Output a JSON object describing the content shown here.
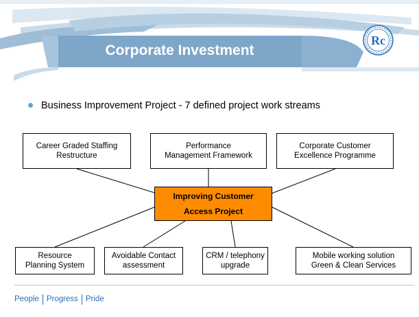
{
  "slide": {
    "title": "Corporate Investment",
    "logo_text": "Rc",
    "colors": {
      "header_band_dark": "#7da6c8",
      "header_band_light": "#c9dbe9",
      "accent": "#5aa9da",
      "hub_fill": "#ff8c00",
      "footer_text": "#2a6fb7"
    }
  },
  "bullet": {
    "text": "Business Improvement Project - 7 defined project work streams"
  },
  "diagram": {
    "hub": {
      "line1": "Improving Customer",
      "line2": "Access Project"
    },
    "top_boxes": [
      {
        "line1": "Career Graded Staffing",
        "line2": "Restructure"
      },
      {
        "line1": "Performance",
        "line2": "Management Framework"
      },
      {
        "line1": "Corporate Customer",
        "line2": "Excellence Programme"
      }
    ],
    "bottom_boxes": [
      {
        "line1": "Resource",
        "line2": "Planning System"
      },
      {
        "line1": "Avoidable Contact",
        "line2": "assessment"
      },
      {
        "line1": "CRM / telephony",
        "line2": "upgrade"
      },
      {
        "line1": "Mobile working solution",
        "line2": "Green & Clean Services"
      }
    ]
  },
  "footer": {
    "items": [
      "People",
      "Progress",
      "Pride"
    ]
  }
}
